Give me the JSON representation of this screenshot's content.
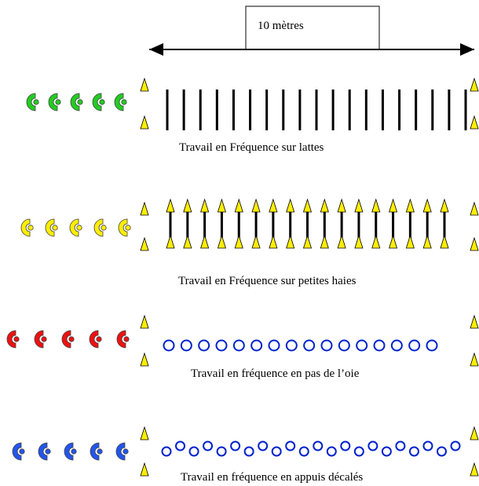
{
  "distance": {
    "label": "10 mètres"
  },
  "drills": [
    {
      "caption": "Travail en Fréquence sur lattes",
      "player_color": "#22cc22",
      "player_count": 5,
      "obstacle": "latte",
      "obstacle_count": 19,
      "obstacle_color": "#000000"
    },
    {
      "caption": "Travail en Fréquence sur petites haies",
      "player_color": "#ffee00",
      "player_count": 5,
      "obstacle": "petite-haie",
      "obstacle_count": 17,
      "obstacle_color": "#000000"
    },
    {
      "caption": "Travail en fréquence  en pas de l’oie",
      "player_color": "#ee1111",
      "player_count": 5,
      "obstacle": "cercle",
      "obstacle_count": 16,
      "obstacle_color": "#0022cc"
    },
    {
      "caption": "Travail en fréquence en appuis décalés",
      "player_color": "#2255ee",
      "player_count": 5,
      "obstacle": "cercle-decale",
      "obstacle_count": 22,
      "obstacle_color": "#0022cc"
    }
  ],
  "cone_color": "#ffee00"
}
